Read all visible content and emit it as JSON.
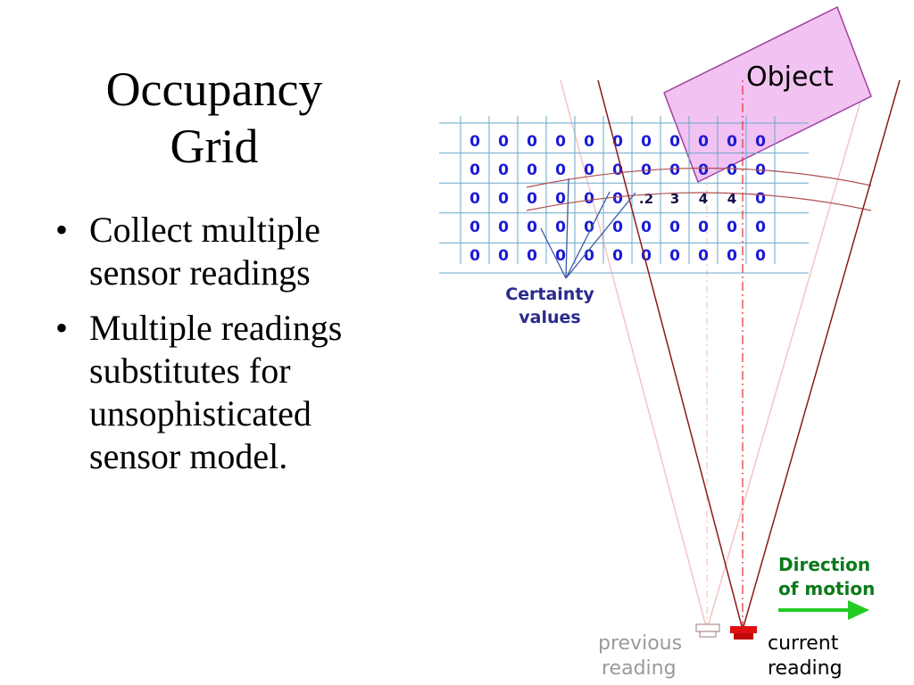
{
  "slide": {
    "title_line1": "Occupancy",
    "title_line2": "Grid",
    "bullets": [
      "Collect multiple sensor readings",
      "Multiple readings substitutes for unsophisticated sensor model."
    ],
    "bullet_symbol": "•"
  },
  "diagram": {
    "object_label": "Object",
    "certainty_label_line1": "Certainty",
    "certainty_label_line2": "values",
    "direction_label_line1": "Direction",
    "direction_label_line2": "of motion",
    "previous_label_line1": "previous",
    "previous_label_line2": "reading",
    "current_label_line1": "current",
    "current_label_line2": "reading",
    "grid": [
      [
        "0",
        "0",
        "0",
        "0",
        "0",
        "0",
        "0",
        "0",
        "0",
        "0",
        "0"
      ],
      [
        "0",
        "0",
        "0",
        "0",
        "0",
        "0",
        "0",
        "0",
        "0",
        "0",
        "0"
      ],
      [
        "0",
        "0",
        "0",
        "0",
        "0",
        "0",
        ".2",
        "3",
        "4",
        "4",
        "0"
      ],
      [
        "0",
        "0",
        "0",
        "0",
        "0",
        "0",
        "0",
        "0",
        "0",
        "0",
        "0"
      ],
      [
        "0",
        "0",
        "0",
        "0",
        "0",
        "0",
        "0",
        "0",
        "0",
        "0",
        "0"
      ]
    ],
    "colors": {
      "grid_line": "#6aa8c8",
      "cell_text": "#1a1ad6",
      "object_fill": "#f0c0f0",
      "object_stroke": "#a040a0",
      "current_beam": "#8b1a1a",
      "previous_beam": "#f0b0b0",
      "current_sensor": "#e01010",
      "arrow": "#22cc22"
    }
  }
}
